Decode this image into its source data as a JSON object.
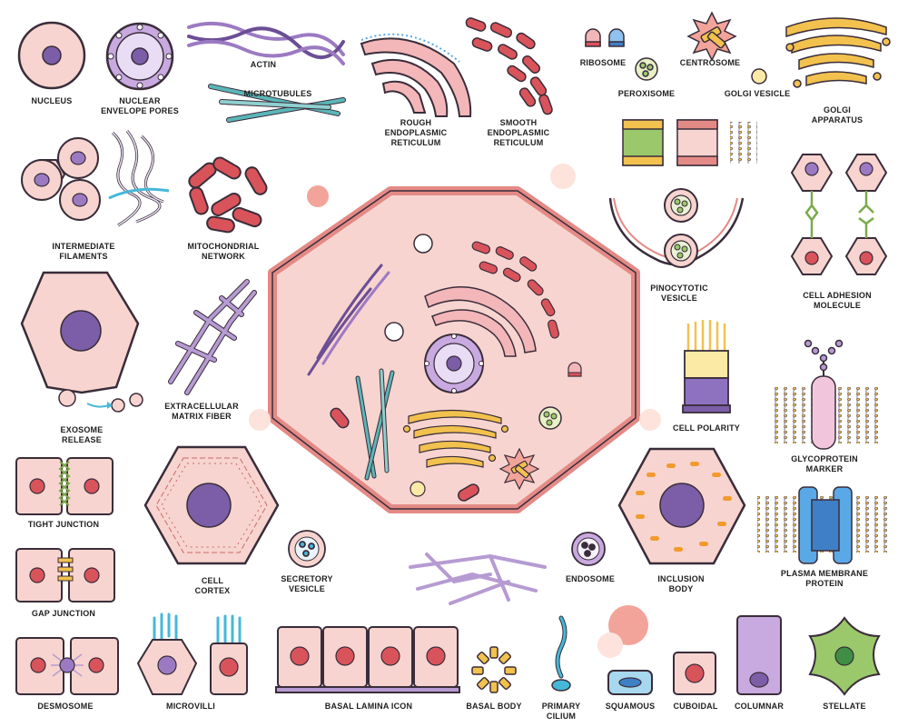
{
  "colors": {
    "outline": "#3a2d3a",
    "cell_fill": "#f7d4cf",
    "cell_membrane": "#e48a86",
    "nucleus": "#7b5ea7",
    "purple_light": "#b69bd3",
    "red": "#d9535b",
    "teal": "#5bb6b8",
    "yellow": "#f2c14e",
    "green": "#9bc86a",
    "blue": "#5aa9e6",
    "pink": "#f3b6b9"
  },
  "labels": {
    "nucleus": [
      "NUCLEUS"
    ],
    "nuclear_envelope_pores": [
      "NUCLEAR",
      "ENVELOPE PORES"
    ],
    "actin": [
      "ACTIN"
    ],
    "microtubules": [
      "MICROTUBULES"
    ],
    "rough_er": [
      "ROUGH",
      "ENDOPLASMIC",
      "RETICULUM"
    ],
    "smooth_er": [
      "SMOOTH",
      "ENDOPLASMIC",
      "RETICULUM"
    ],
    "ribosome": [
      "RIBOSOME"
    ],
    "centrosome": [
      "CENTROSOME"
    ],
    "peroxisome": [
      "PEROXISOME"
    ],
    "golgi_vesicle": [
      "GOLGI VESICLE"
    ],
    "golgi_apparatus": [
      "GOLGI",
      "APPARATUS"
    ],
    "intermediate_filaments": [
      "INTERMEDIATE",
      "FILAMENTS"
    ],
    "mitochondrial_network": [
      "MITOCHONDRIAL",
      "NETWORK"
    ],
    "pinocytotic_vesicle": [
      "PINOCYTOTIC",
      "VESICLE"
    ],
    "cell_adhesion_molecule": [
      "CELL ADHESION",
      "MOLECULE"
    ],
    "extracellular_matrix_fiber": [
      "EXTRACELLULAR",
      "MATRIX FIBER"
    ],
    "exosome_release": [
      "EXOSOME",
      "RELEASE"
    ],
    "cell_polarity": [
      "CELL POLARITY"
    ],
    "glycoprotein_marker": [
      "GLYCOPROTEIN",
      "MARKER"
    ],
    "tight_junction": [
      "TIGHT JUNCTION"
    ],
    "cell_cortex": [
      "CELL",
      "CORTEX"
    ],
    "secretory_vesicle": [
      "SECRETORY",
      "VESICLE"
    ],
    "endosome": [
      "ENDOSOME"
    ],
    "inclusion_body": [
      "INCLUSION",
      "BODY"
    ],
    "plasma_membrane_protein": [
      "PLASMA MEMBRANE",
      "PROTEIN"
    ],
    "gap_junction": [
      "GAP JUNCTION"
    ],
    "desmosome": [
      "DESMOSOME"
    ],
    "microvilli": [
      "MICROVILLI"
    ],
    "basal_lamina_icon": [
      "BASAL LAMINA ICON"
    ],
    "basal_body": [
      "BASAL BODY"
    ],
    "primary_cilium": [
      "PRIMARY",
      "CILIUM"
    ],
    "squamous": [
      "SQUAMOUS"
    ],
    "cuboidal": [
      "CUBOIDAL"
    ],
    "columnar": [
      "COLUMNAR"
    ],
    "stellate": [
      "STELLATE"
    ]
  }
}
